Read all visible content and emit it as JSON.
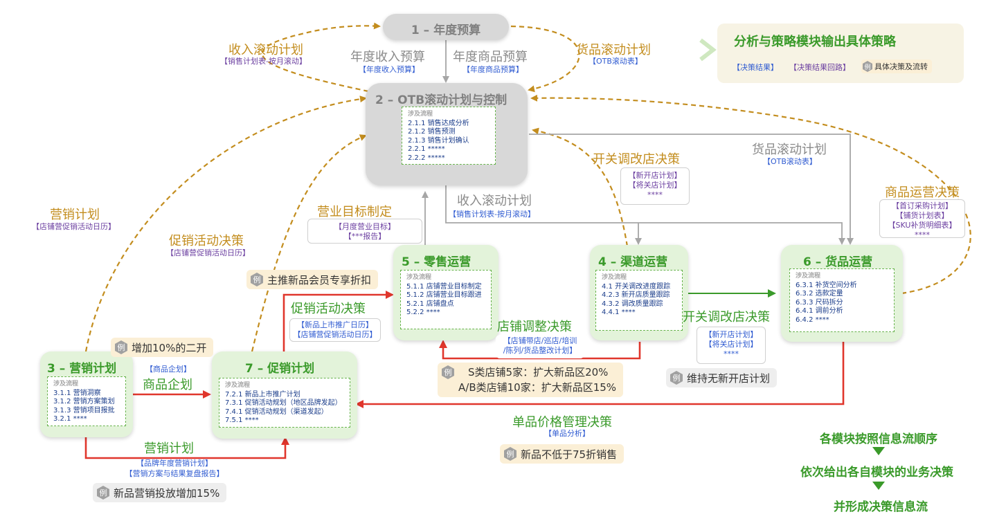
{
  "nodes": {
    "n1": {
      "title": "1 – 年度预算"
    },
    "n2": {
      "title": "2 – OTB滚动计划与控制",
      "steps_head": "涉及流程",
      "steps": [
        "2.1.1 销售达成分析",
        "2.1.2 销售预测",
        "2.1.3 销售计划确认",
        "2.2.1 *****",
        "2.2.2 *****"
      ]
    },
    "n3": {
      "title": "3 – 营销计划",
      "steps_head": "涉及流程",
      "steps": [
        "3.1.1 营销洞察",
        "3.1.2 营销方案策划",
        "3.1.3 营销项目报批",
        "3.2.1 ****"
      ]
    },
    "n4": {
      "title": "4 – 渠道运营",
      "steps_head": "涉及流程",
      "steps": [
        "4.1 开关调改进度跟踪",
        "4.2.3 新开店质量跟踪",
        "4.3.2 调改质量跟踪",
        "4.4.1 ****"
      ]
    },
    "n5": {
      "title": "5 – 零售运营",
      "steps_head": "涉及流程",
      "steps": [
        "5.1.1 店铺营业目标制定",
        "5.1.2 店铺营业目标跟进",
        "5.2.1 店铺盘点",
        "5.2.2 ****"
      ]
    },
    "n6": {
      "title": "6 – 货品运营",
      "steps_head": "涉及流程",
      "steps": [
        "6.3.1 补货空间分析",
        "6.3.2 选款定量",
        "6.3.3 尺码拆分",
        "6.4.1 调前分析",
        "6.4.2 ****"
      ]
    },
    "n7": {
      "title": "7 – 促销计划",
      "steps_head": "涉及流程",
      "steps": [
        "7.2.1 新品上市推广计划",
        "7.3.1 促销活动规划（地区品牌发起）",
        "7.4.1 促销活动规划（渠道发起）",
        "7.5.1 ****"
      ]
    }
  },
  "labels": {
    "income_budget": "年度收入预算",
    "income_budget_doc": "【年度收入预算】",
    "goods_budget": "年度商品预算",
    "goods_budget_doc": "【年度商品预算】",
    "income_rolling_top": "收入滚动计划",
    "income_rolling_top_doc": "【销售计划表-按月滚动】",
    "goods_rolling_top": "货品滚动计划",
    "goods_rolling_top_doc": "【OTB滚动表】",
    "marketing_plan_left": "营销计划",
    "marketing_plan_left_doc": "【店铺营促销活动日历】",
    "promo_decision_left": "促销活动决策",
    "promo_decision_left_doc": "【店铺营促销活动日历】",
    "sales_target": "营业目标制定",
    "sales_target_doc": [
      "【月度营业目标】",
      "【***报告】"
    ],
    "income_rolling_mid": "收入滚动计划",
    "income_rolling_mid_doc": "【销售计划表-按月滚动】",
    "store_decision_top": "开关调改店决策",
    "store_decision_top_doc": [
      "【新开店计划】",
      "【将关店计划】",
      "****"
    ],
    "goods_rolling_right": "货品滚动计划",
    "goods_rolling_right_doc": "【OTB滚动表】",
    "merch_decision": "商品运营决策",
    "merch_decision_doc": [
      "【首订采购计划】",
      "【铺货计划表】",
      "【SKU补货明细表】",
      "****"
    ],
    "promo_decision_mid": "促销活动决策",
    "promo_decision_mid_doc": [
      "【新品上市推广日历】",
      "【店铺营促销活动日历】"
    ],
    "store_adjust": "店铺调整决策",
    "store_adjust_doc": [
      "【店铺带店/巡店/培训",
      "/陈列/货品整改计划】"
    ],
    "store_decision_mid": "开关调改店决策",
    "store_decision_mid_doc": [
      "【新开店计划】",
      "【将关店计划】",
      "****"
    ],
    "product_plan_doc": "【商品企划】",
    "product_plan": "商品企划",
    "marketing_plan_bottom": "营销计划",
    "marketing_plan_bottom_doc": [
      "【品牌年度营销计划】",
      "【营销方案与结果复盘报告】"
    ],
    "price_decision": "单品价格管理决策",
    "price_decision_doc": "【单品分析】"
  },
  "examples": {
    "badge": "例",
    "e1": "主推新品会员专享折扣",
    "e2": "增加10%的二开",
    "e3": [
      "S类店铺5家：扩大新品区20%",
      "A/B类店铺10家：扩大新品区15%"
    ],
    "e4": "维持无新开店计划",
    "e5": "新品不低于75折销售",
    "e6": "新品营销投放增加15%"
  },
  "legend": {
    "title": "分析与策略模块输出具体策略",
    "item_result": "【决策结果】",
    "item_loop": "【决策结果回路】",
    "item_flow": "具体决策及流转"
  },
  "flow": [
    "各模块按照信息流顺序",
    "依次给出各自模块的业务决策",
    "并形成决策信息流"
  ],
  "colors": {
    "green": "#3a9a2a",
    "gold": "#c38d1e",
    "red": "#e0362c",
    "grey": "#a6a6a6",
    "blue": "#2f5bd1",
    "purple": "#6b3fa0"
  }
}
